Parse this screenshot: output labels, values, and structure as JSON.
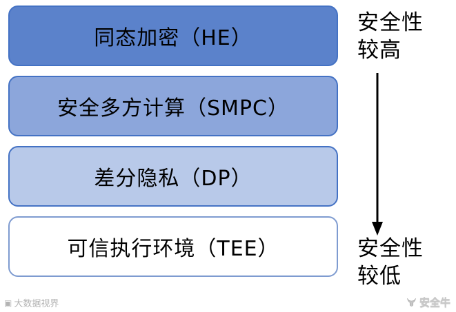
{
  "diagram": {
    "boxes": [
      {
        "label": "同态加密（HE）",
        "fill": "#5B82CB",
        "border": "#4472C4"
      },
      {
        "label": "安全多方计算（SMPC）",
        "fill": "#8CA6DB",
        "border": "#4472C4"
      },
      {
        "label": "差分隐私（DP）",
        "fill": "#B8C9E9",
        "border": "#4472C4"
      },
      {
        "label": "可信执行环境（TEE）",
        "fill": "#FFFFFF",
        "border": "#7E9BD0"
      }
    ],
    "security_scale": {
      "high_line1": "安全性",
      "high_line2": "较高",
      "low_line1": "安全性",
      "low_line2": "较低",
      "arrow_color": "#000000"
    }
  },
  "watermarks": {
    "left": "大数据视界",
    "right": "安全牛"
  }
}
